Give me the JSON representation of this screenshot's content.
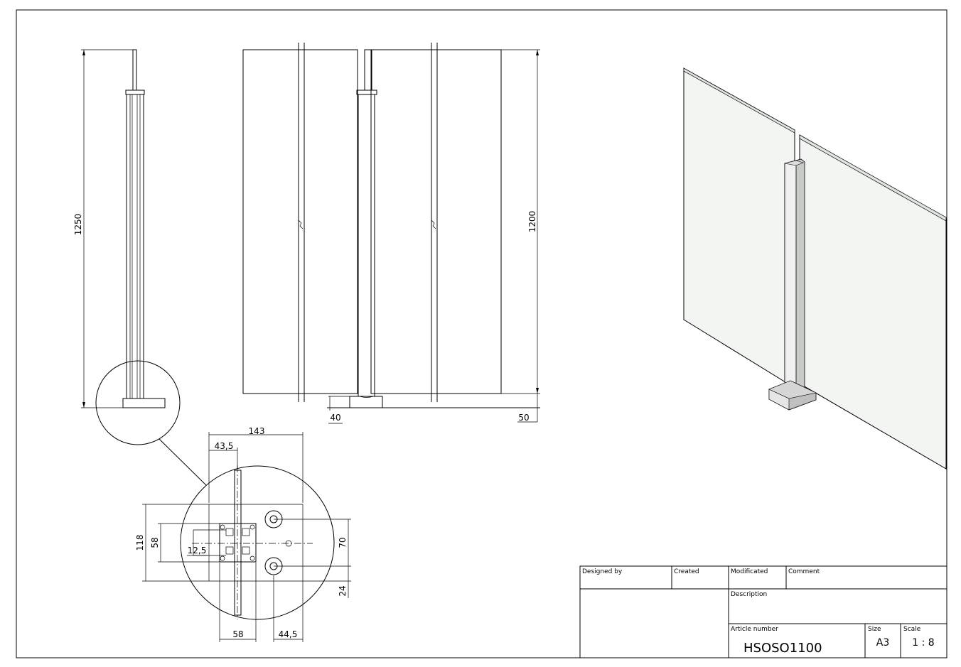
{
  "drawing": {
    "dimensions": {
      "post_height": "1250",
      "glass_height": "1200",
      "gap_left": "40",
      "gap_right": "50",
      "base_width": "143",
      "offset_left": "43,5",
      "depth_total": "118",
      "hole_spacing_small": "58",
      "slot_width": "12,5",
      "hole_spacing": "70",
      "edge_offset": "24",
      "bottom_left": "58",
      "bottom_right": "44,5"
    }
  },
  "title_block": {
    "designed_by_label": "Designed by",
    "created_label": "Created",
    "modificated_label": "Modificated",
    "comment_label": "Comment",
    "description_label": "Description",
    "article_number_label": "Article number",
    "article_number": "HSOSO1100",
    "size_label": "Size",
    "size": "A3",
    "scale_label": "Scale",
    "scale": "1 : 8"
  }
}
